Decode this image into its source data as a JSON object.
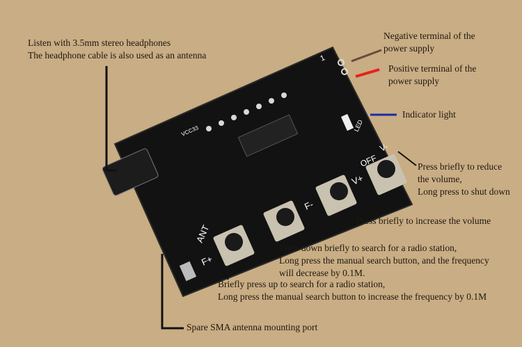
{
  "annotations": {
    "headphones": {
      "line1": "Listen with 3.5mm stereo headphones",
      "line2": "The headphone cable is also used as an antenna"
    },
    "negative": {
      "line1": "Negative terminal of the",
      "line2": "power supply"
    },
    "positive": {
      "line1": "Positive terminal of the",
      "line2": "power supply"
    },
    "indicator": {
      "line1": "Indicator light"
    },
    "volume_down": {
      "line1": "Press briefly to reduce",
      "line2": "the volume,",
      "line3": "Long press to shut down"
    },
    "volume_up": {
      "line1": "Press briefly to increase the volume"
    },
    "search_down": {
      "line1": "Press down briefly to search for a radio station,",
      "line2": "Long press the manual search button, and the frequency",
      "line3": "will decrease by 0.1M."
    },
    "search_up": {
      "line1": "Briefly press up to search for a radio station,",
      "line2": "Long press the manual search button to increase the frequency by 0.1M"
    },
    "sma": {
      "line1": "Spare SMA antenna mounting port"
    }
  },
  "board_labels": {
    "vcc": "VCC33",
    "ant": "ANT",
    "fplus": "F+",
    "fminus": "F-",
    "vplus": "V+",
    "vminus": "V-",
    "off": "OFF",
    "led": "LED",
    "one": "1"
  },
  "colors": {
    "background": "#c9ad84",
    "board": "#111111",
    "negative_line": "#6b4a3e",
    "positive_line": "#e8201c",
    "indicator_line": "#1c2aa8",
    "text": "#1e1810"
  }
}
